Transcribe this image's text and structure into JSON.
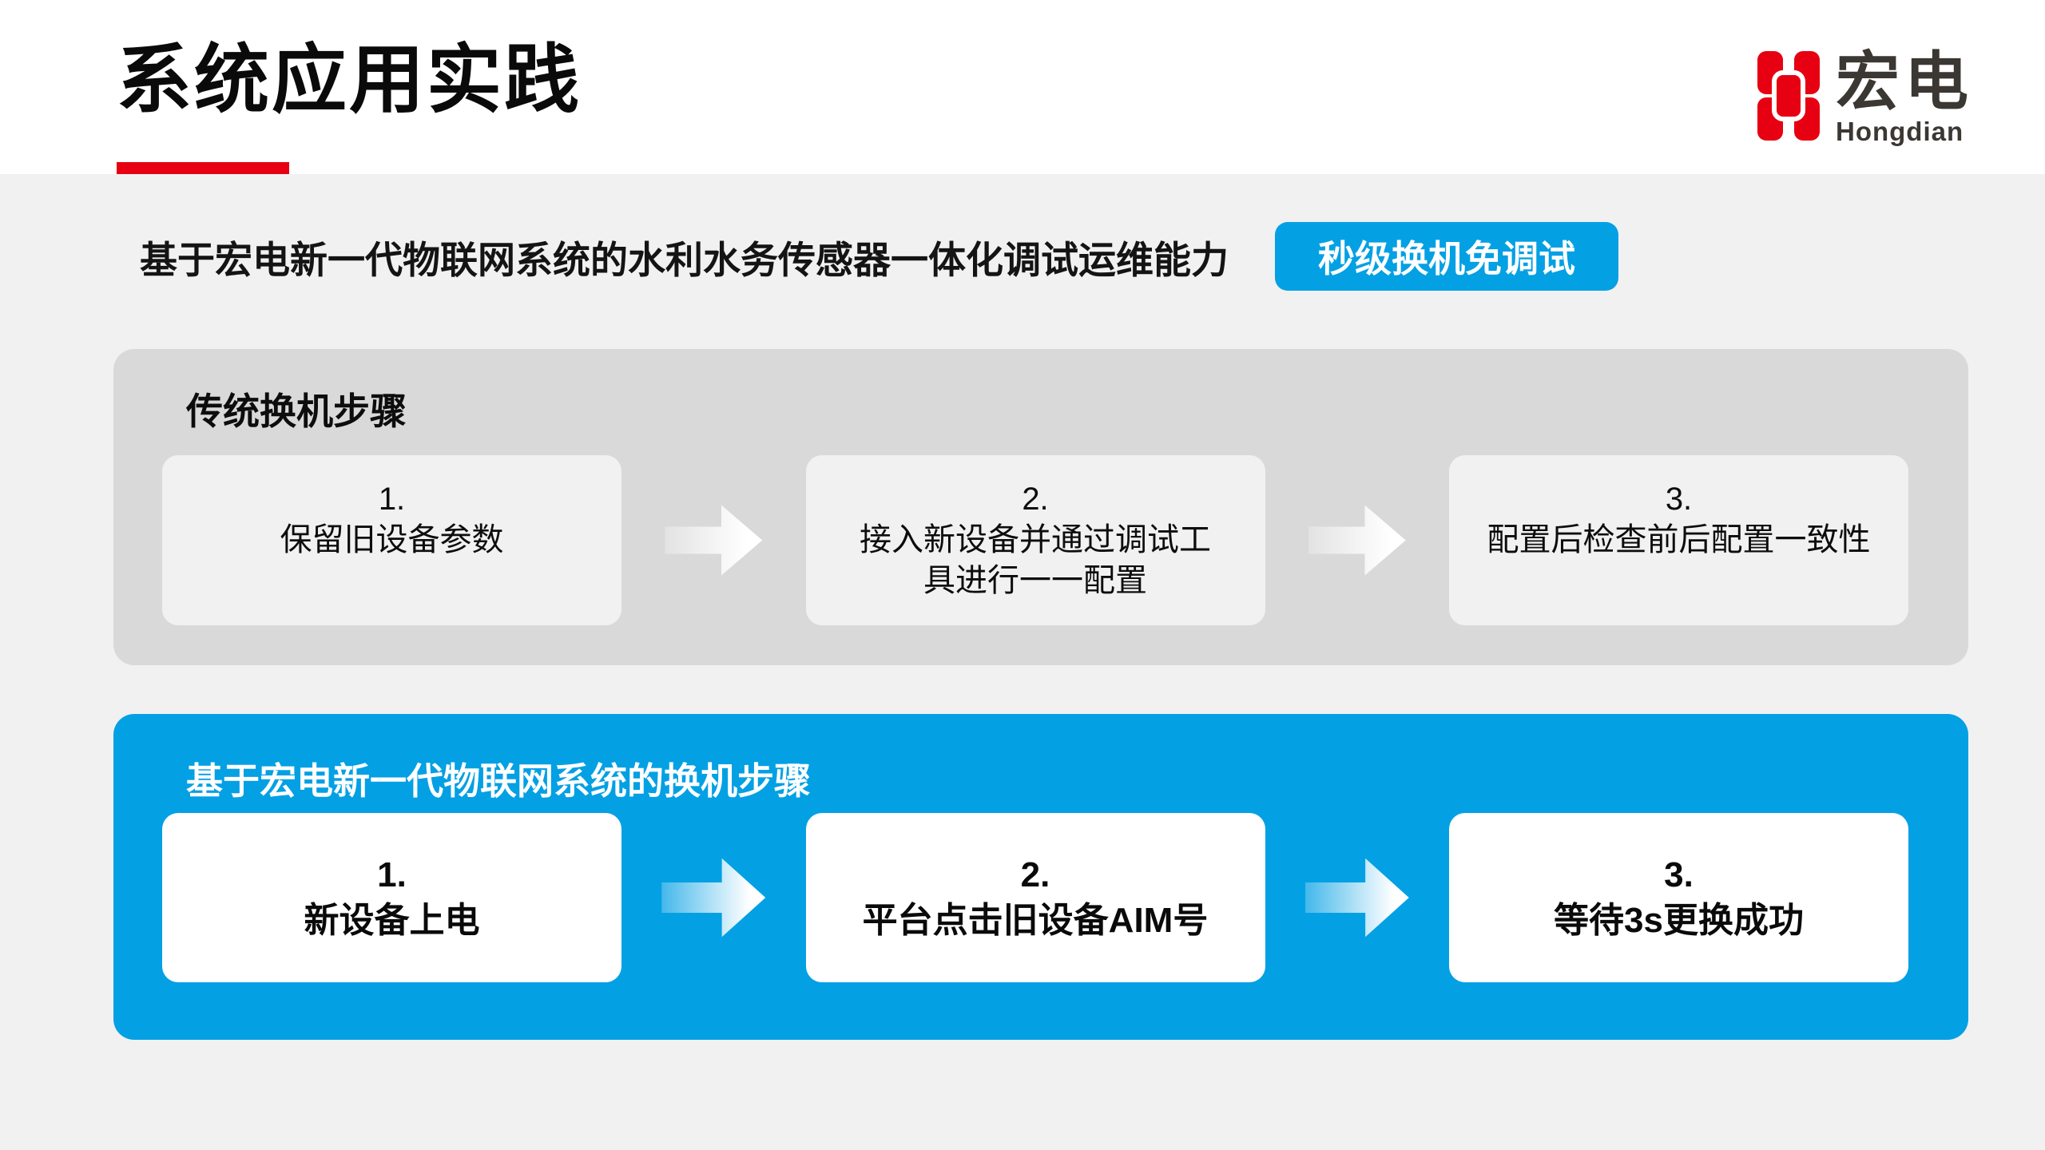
{
  "page": {
    "title": "系统应用实践",
    "subtitle": "基于宏电新一代物联网系统的水利水务传感器一体化调试运维能力",
    "badge": "秒级换机免调试"
  },
  "logo": {
    "zh": "宏电",
    "en": "Hongdian"
  },
  "traditional": {
    "title": "传统换机步骤",
    "steps": [
      {
        "num": "1.",
        "text": "保留旧设备参数"
      },
      {
        "num": "2.",
        "text": "接入新设备并通过调试工具进行一一配置"
      },
      {
        "num": "3.",
        "text": "配置后检查前后配置一致性"
      }
    ]
  },
  "hongdian_flow": {
    "title": "基于宏电新一代物联网系统的换机步骤",
    "steps": [
      {
        "num": "1.",
        "text": "新设备上电"
      },
      {
        "num": "2.",
        "text": "平台点击旧设备AIM号"
      },
      {
        "num": "3.",
        "text": "等待3s更换成功"
      }
    ]
  },
  "colors": {
    "accent_red": "#e60012",
    "accent_blue": "#04a0e4",
    "panel_gray": "#d9d9d9",
    "card_light": "#f1f1f2",
    "header_bg": "#ffffff",
    "logo_text": "#3b3733"
  }
}
